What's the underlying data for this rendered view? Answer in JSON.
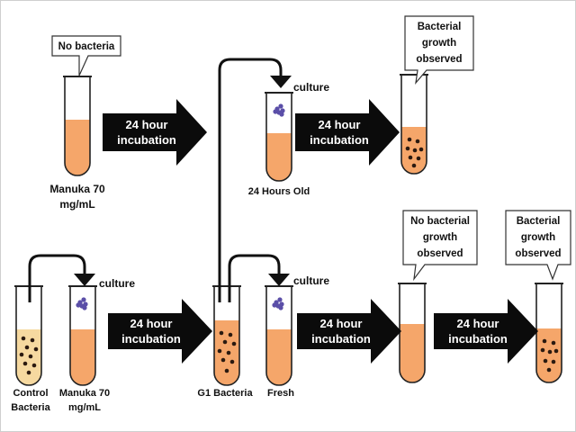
{
  "colors": {
    "medium": "#f5a66a",
    "control_medium": "#f6d9a0",
    "arrow": "#0b0b0b",
    "bacteria_dot": "#2b1a10",
    "culture_mark": "#5b4fa8",
    "frame": "#cfcfcf"
  },
  "labels": {
    "manuka_top": [
      "Manuka 70",
      "mg/mL"
    ],
    "hours_old": "24 Hours Old",
    "control": [
      "Control",
      "Bacteria"
    ],
    "manuka_bottom": [
      "Manuka 70",
      "mg/mL"
    ],
    "g1": "G1 Bacteria",
    "fresh": "Fresh",
    "culture": "culture"
  },
  "arrow_text": [
    "24 hour",
    "incubation"
  ],
  "callouts": {
    "no_bacteria": [
      "No bacteria"
    ],
    "growth_top": [
      "Bacterial",
      "growth",
      "observed"
    ],
    "no_growth": [
      "No bacterial",
      "growth",
      "observed"
    ],
    "growth_bottom": [
      "Bacterial",
      "growth",
      "observed"
    ]
  }
}
